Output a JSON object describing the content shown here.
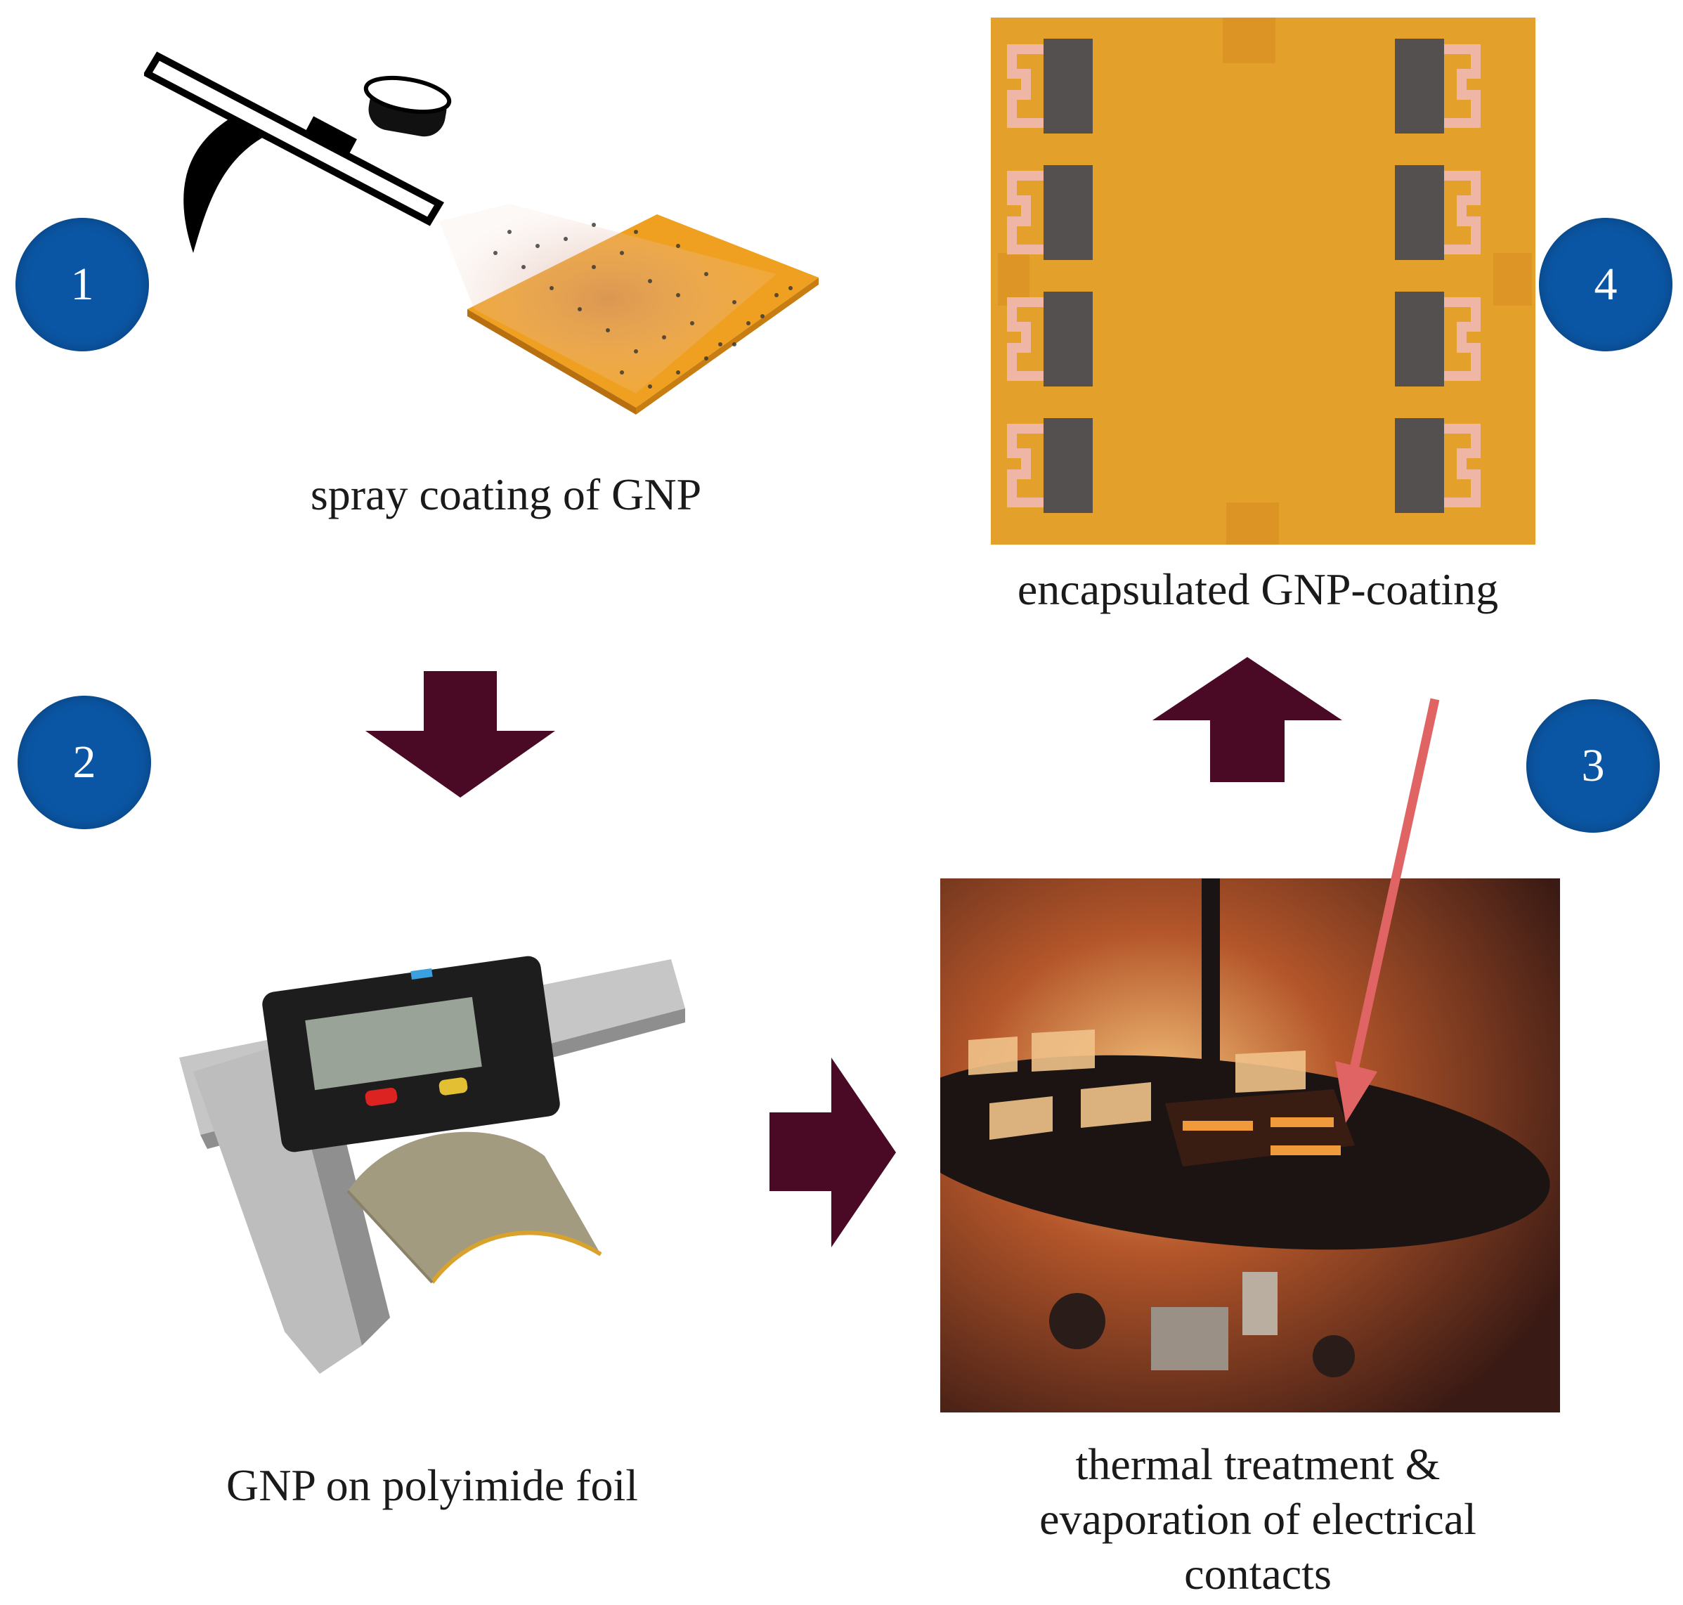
{
  "steps": [
    {
      "number": "1",
      "caption": "spray coating of GNP"
    },
    {
      "number": "2",
      "caption": "GNP on polyimide foil"
    },
    {
      "number": "3",
      "caption": "thermal treatment  &\nevaporation of electrical\ncontacts"
    },
    {
      "number": "4",
      "caption": "encapsulated GNP-coating"
    }
  ],
  "colors": {
    "badge": "#0b56a4",
    "arrow": "#4a0a26",
    "pointer": "#e06464",
    "substrate": "#f0a020"
  }
}
